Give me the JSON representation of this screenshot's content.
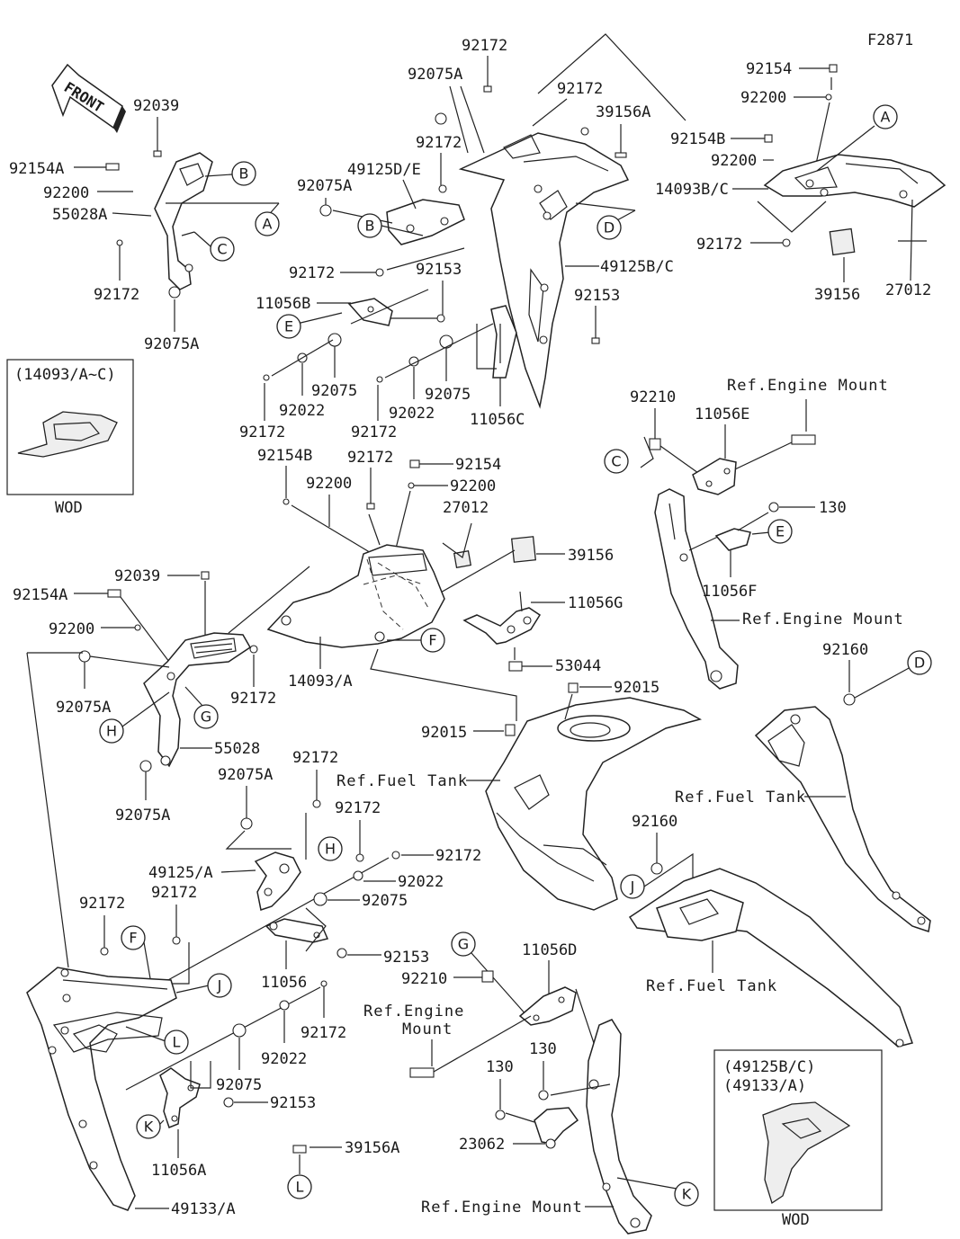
{
  "figure_code": "F2871",
  "front_label": "FRONT",
  "callout_letters": {
    "A": "A",
    "B": "B",
    "C": "C",
    "D": "D",
    "E": "E",
    "F": "F",
    "G": "G",
    "H": "H",
    "J": "J",
    "K": "K",
    "L": "L"
  },
  "insets": {
    "left": {
      "header": "(14093/A~C)",
      "footer": "WOD"
    },
    "right": {
      "header1": "(49125B/C)",
      "header2": "(49133/A)",
      "footer": "WOD"
    }
  },
  "refs": {
    "engine_mount": "Ref.Engine Mount",
    "engine_mount_line1": "Ref.Engine",
    "engine_mount_line2": "Mount",
    "fuel_tank": "Ref.Fuel Tank"
  },
  "parts": {
    "p92172": "92172",
    "p92075A": "92075A",
    "p39156A": "39156A",
    "p92039": "92039",
    "p92154A": "92154A",
    "p92200": "92200",
    "p55028A": "55028A",
    "p49125DE": "49125D/E",
    "p92075": "92075",
    "p92154": "92154",
    "p92154B": "92154B",
    "p14093BC": "14093B/C",
    "p39156": "39156",
    "p27012": "27012",
    "p11056B": "11056B",
    "p92153": "92153",
    "p49125BC": "49125B/C",
    "p92022": "92022",
    "p11056C": "11056C",
    "p92210": "92210",
    "p11056E": "11056E",
    "p130": "130",
    "p11056F": "11056F",
    "p11056G": "11056G",
    "p53044": "53044",
    "p14093A": "14093/A",
    "p92015": "92015",
    "p55028": "55028",
    "p92160": "92160",
    "p49125A": "49125/A",
    "p11056": "11056",
    "p11056D": "11056D",
    "p23062": "23062",
    "p11056A": "11056A",
    "p49133A": "49133/A"
  }
}
